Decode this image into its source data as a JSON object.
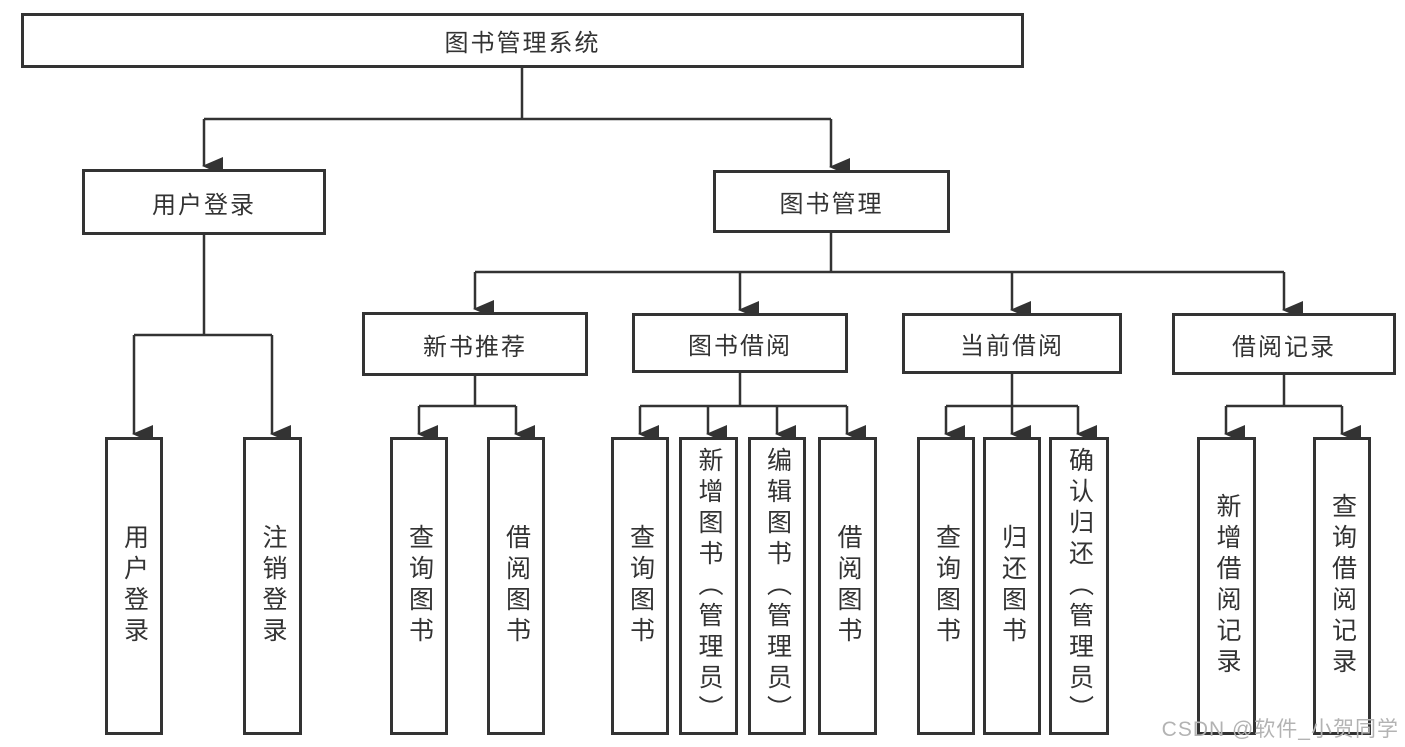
{
  "diagram": {
    "root": {
      "label": "图书管理系统"
    },
    "branches": [
      {
        "label": "用户登录",
        "children": [
          {
            "label": "用户登录"
          },
          {
            "label": "注销登录"
          }
        ]
      },
      {
        "label": "图书管理",
        "children": [
          {
            "label": "新书推荐",
            "children": [
              {
                "label": "查询图书"
              },
              {
                "label": "借阅图书"
              }
            ]
          },
          {
            "label": "图书借阅",
            "children": [
              {
                "label": "查询图书"
              },
              {
                "label": "新增图书（管理员）"
              },
              {
                "label": "编辑图书（管理员）"
              },
              {
                "label": "借阅图书"
              }
            ]
          },
          {
            "label": "当前借阅",
            "children": [
              {
                "label": "查询图书"
              },
              {
                "label": "归还图书"
              },
              {
                "label": "确认归还（管理员）"
              }
            ]
          },
          {
            "label": "借阅记录",
            "children": [
              {
                "label": "新增借阅记录"
              },
              {
                "label": "查询借阅记录"
              }
            ]
          }
        ]
      }
    ]
  },
  "watermark": {
    "text": "CSDN @软件_小贺同学"
  },
  "colors": {
    "line": "#333333",
    "box_border": "#333333",
    "text": "#333333",
    "background": "#ffffff",
    "watermark": "#b3b3b3"
  }
}
